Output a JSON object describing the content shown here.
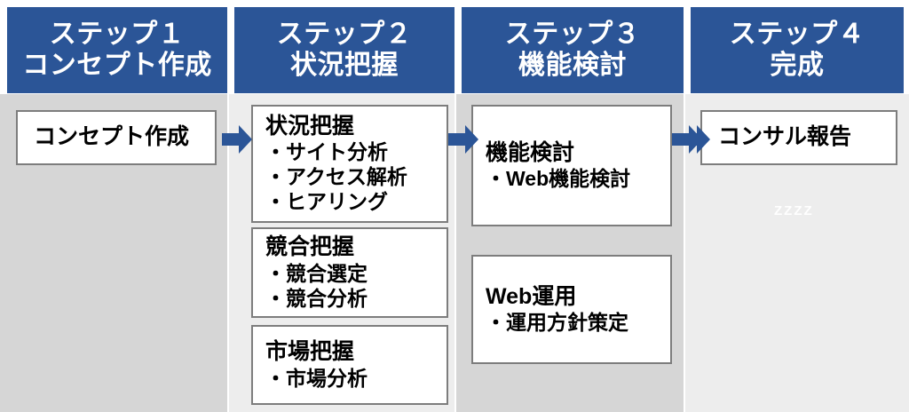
{
  "diagram": {
    "title_hidden": "",
    "theme": {
      "header_blue": "#2b5597",
      "arrow_blue": "#2b5597",
      "band_dark": "#d6d6d6",
      "band_light": "#ededed",
      "box_border": "#7d7d7d",
      "box_fill": "#ffffff",
      "text_color": "#000000",
      "header_text_color": "#ffffff"
    },
    "columns": [
      {
        "id": "step-1",
        "header": {
          "line1": "ステップ１",
          "line2": "コンセプト作成"
        },
        "band": "dark",
        "boxes": [
          {
            "id": "concept-creation",
            "title": "コンセプト作成",
            "items": []
          }
        ]
      },
      {
        "id": "step-2",
        "header": {
          "line1": "ステップ２",
          "line2": "状況把握"
        },
        "band": "light",
        "boxes": [
          {
            "id": "situation-grasp",
            "title": "状況把握",
            "items": [
              "・サイト分析",
              "・アクセス解析",
              "・ヒアリング"
            ]
          },
          {
            "id": "competitor-grasp",
            "title": "競合把握",
            "items": [
              "・競合選定",
              "・競合分析"
            ]
          },
          {
            "id": "market-grasp",
            "title": "市場把握",
            "items": [
              "・市場分析"
            ]
          }
        ]
      },
      {
        "id": "step-3",
        "header": {
          "line1": "ステップ３",
          "line2": "機能検討"
        },
        "band": "dark",
        "boxes": [
          {
            "id": "function-study",
            "title": "機能検討",
            "items": [
              "・Web機能検討"
            ]
          },
          {
            "id": "web-operation",
            "title": "Web運用",
            "items": [
              "・運用方針策定"
            ]
          }
        ]
      },
      {
        "id": "step-4",
        "header": {
          "line1": "ステップ４",
          "line2": "完成"
        },
        "band": "light",
        "boxes": [
          {
            "id": "consulting-report",
            "title": "コンサル報告",
            "items": []
          }
        ]
      }
    ],
    "arrows": [
      {
        "id": "arrow-1-to-2",
        "from": "step-1",
        "to": "step-2"
      },
      {
        "id": "arrow-2-to-3",
        "from": "step-2",
        "to": "step-3"
      },
      {
        "id": "arrow-3-to-4",
        "from": "step-3",
        "to": "step-4"
      },
      {
        "id": "arrow-4-end",
        "from": "step-4",
        "to": "end"
      }
    ],
    "watermark": {
      "text": "ZZZZ"
    }
  }
}
